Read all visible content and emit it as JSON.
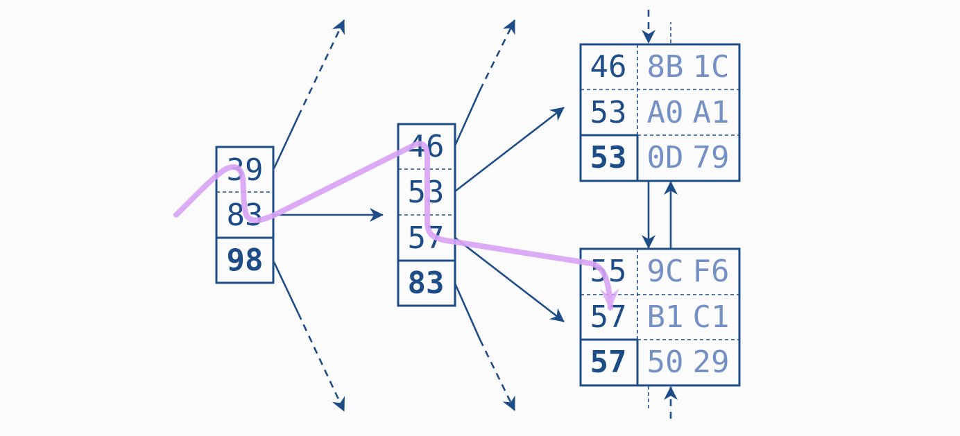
{
  "colors": {
    "node": "#1d4c86",
    "value": "#7490c4",
    "path": "#d9a3f5",
    "background": "#fbfbfc"
  },
  "internal_nodes": [
    {
      "keys": [
        "39",
        "83"
      ],
      "high_key": "98"
    },
    {
      "keys": [
        "46",
        "53",
        "57"
      ],
      "high_key": "83"
    }
  ],
  "leaf_nodes": [
    {
      "keys": [
        "46",
        "53"
      ],
      "high_key": "53",
      "values": [
        [
          "8B",
          "1C"
        ],
        [
          "A0",
          "A1"
        ],
        [
          "0D",
          "79"
        ]
      ]
    },
    {
      "keys": [
        "55",
        "57"
      ],
      "high_key": "57",
      "values": [
        [
          "9C",
          "F6"
        ],
        [
          "B1",
          "C1"
        ],
        [
          "50",
          "29"
        ]
      ]
    }
  ]
}
